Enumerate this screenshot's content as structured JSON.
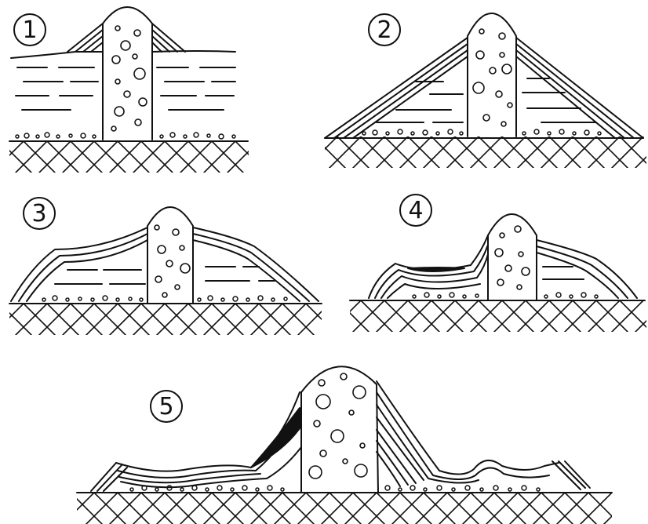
{
  "panels": [
    {
      "label": "1"
    },
    {
      "label": "2"
    },
    {
      "label": "3"
    },
    {
      "label": "4"
    },
    {
      "label": "5"
    }
  ],
  "colors": {
    "ink": "#111111",
    "paper": "#ffffff",
    "dark_layer": "#111111"
  },
  "icons": {
    "bedrock": "crosshatch-bedrock-icon",
    "core": "conglomerate-core-icon"
  }
}
